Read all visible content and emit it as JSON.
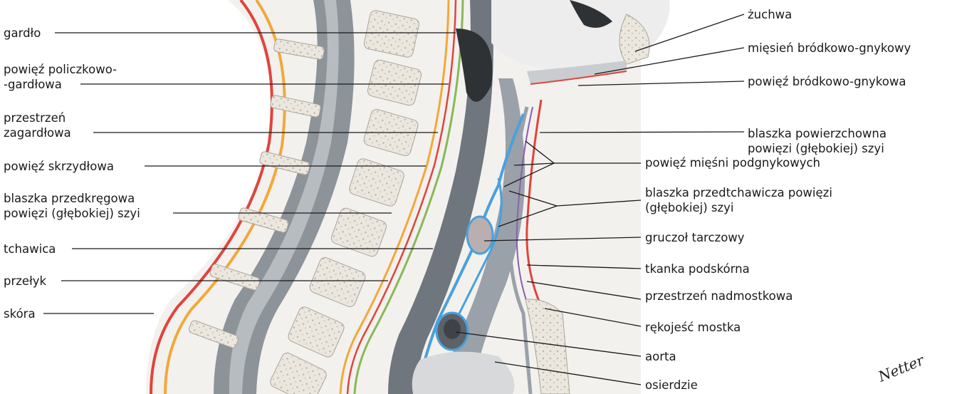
{
  "labels_left": {
    "gardlo": "gardło",
    "powiez_policzkowo_1": "powięź policzkowo-",
    "powiez_policzkowo_2": "-gardłowa",
    "przestrzen_1": "przestrzeń",
    "przestrzen_2": "zagardłowa",
    "skrzydlowa": "powięź skrzydłowa",
    "przedkregowa_1": "blaszka przedkręgowa",
    "przedkregowa_2": "powięzi (głębokiej) szyi",
    "tchawica": "tchawica",
    "przelyk": "przełyk",
    "skora": "skóra"
  },
  "labels_right": {
    "zuchwa": "żuchwa",
    "miesien": "mięsień bródkowo-gnykowy",
    "powiez_brodkowo": "powięź bródkowo-gnykowa",
    "powierzchowna_1": "blaszka powierzchowna",
    "powierzchowna_2": "powięzi (głębokiej) szyi",
    "podgnykowe": "powięź mięśni podgnykowych",
    "przedtchawicza_1": "blaszka przedtchawicza powięzi",
    "przedtchawicza_2": "(głębokiej) szyi",
    "gruczol": "gruczoł tarczowy",
    "tkanka": "tkanka podskórna",
    "nadmostkowa": "przestrzeń nadmostkowa",
    "rekojesc": "rękojeść mostka",
    "aorta": "aorta",
    "osierdzie": "osierdzie"
  },
  "signature": "Netter",
  "colors": {
    "skin_red": "#e0443c",
    "fascia_orange": "#f2a83a",
    "fascia_green": "#86b957",
    "fascia_blue": "#4aa0dc",
    "vertebra_fill": "#e6e2da",
    "trachea_gray": "#9aa1a8",
    "esophagus_dark": "#6f767d",
    "leader_line": "#1a1a1a"
  }
}
